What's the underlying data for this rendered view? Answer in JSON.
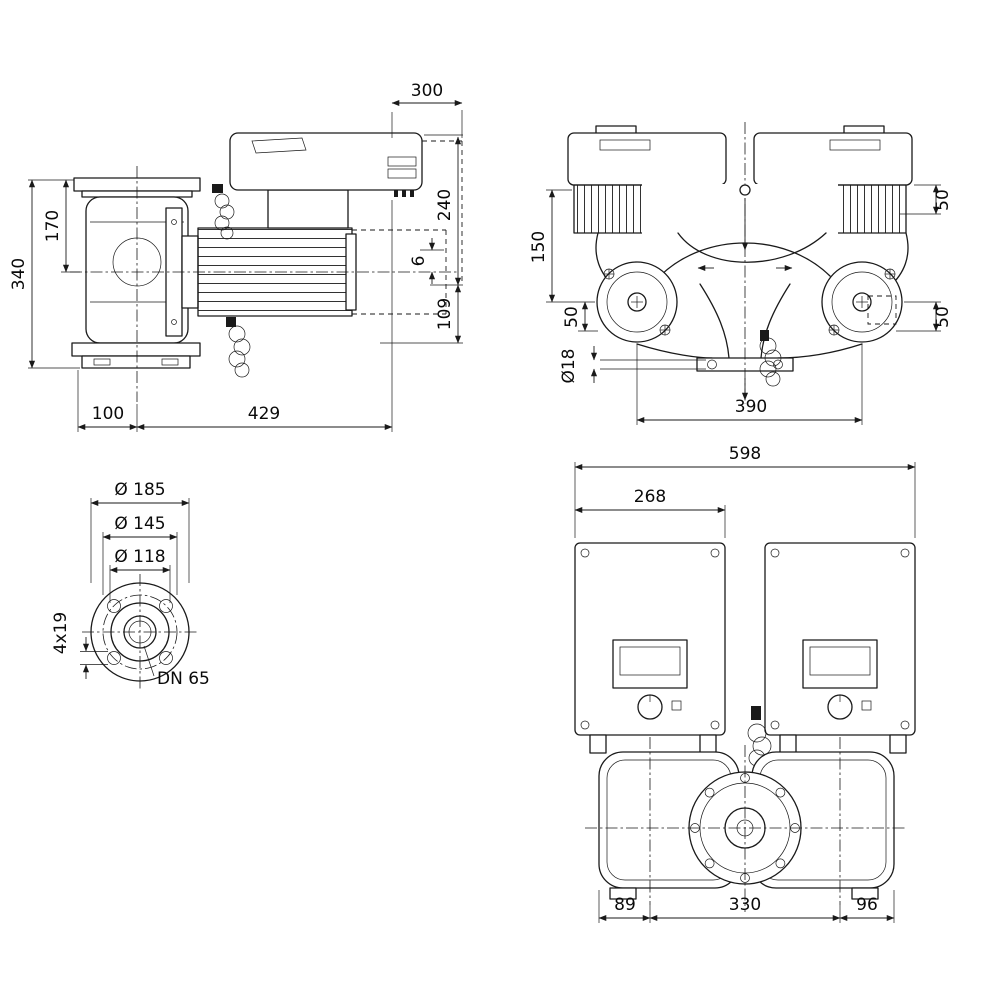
{
  "ink_color": "#1a1a1a",
  "dims": {
    "side": {
      "top_width": "300",
      "right_upper": "240",
      "left_inner": "170",
      "left_overall": "340",
      "gap": "6",
      "right_lower": "109",
      "bottom_left": "100",
      "bottom_right": "429"
    },
    "front": {
      "left_upper": "150",
      "right_upper": "50",
      "left_lower": "50",
      "right_lower": "50",
      "hole_dia": "Ø18",
      "bottom_width": "390"
    },
    "flange": {
      "outer_dia": "Ø 185",
      "bolt_circle_dia": "Ø 145",
      "pilot_dia": "Ø 118",
      "bolt_holes": "4x19",
      "nominal_dia": "DN 65"
    },
    "top": {
      "overall_width": "598",
      "module_width": "268",
      "left_offset": "89",
      "center_span": "330",
      "right_offset": "96"
    }
  }
}
